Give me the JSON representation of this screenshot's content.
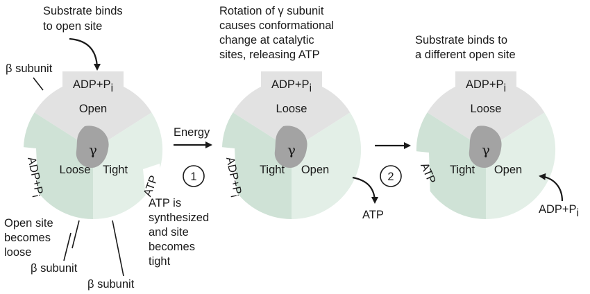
{
  "colors": {
    "open_sector": "#e2e2e2",
    "loose_sector": "#cfe2d6",
    "tight_sector": "#e3efe7",
    "gamma_subunit": "#a3a3a3",
    "outline": "#1a1a1a"
  },
  "captions": {
    "step0_line1": "Substrate binds",
    "step0_line2": "to open site",
    "step1_line1": "Rotation of γ subunit",
    "step1_line2": "causes conformational",
    "step1_line3": "change at catalytic",
    "step1_line4": "sites, releasing ATP",
    "step2_line1": "Substrate binds to",
    "step2_line2": "a different open site"
  },
  "left_annotations": {
    "beta_top": "β subunit",
    "open_site_1": "Open site",
    "open_site_2": "becomes",
    "open_site_3": "loose",
    "beta_bottom_1": "β subunit",
    "beta_bottom_2": "β subunit",
    "atp_1": "ATP is",
    "atp_2": "synthesized",
    "atp_3": "and site",
    "atp_4": "becomes",
    "atp_5": "tight"
  },
  "complexes": [
    {
      "top_tab": "ADP+P",
      "top_tab_sub": "i",
      "top_label": "Open",
      "bottom_left_label": "Loose",
      "bottom_right_label": "Tight",
      "left_tab": "ADP+P",
      "left_tab_sub": "i",
      "right_tab": "ATP",
      "gamma": "γ"
    },
    {
      "top_tab": "ADP+P",
      "top_tab_sub": "i",
      "top_label": "Loose",
      "bottom_left_label": "Tight",
      "bottom_right_label": "Open",
      "left_tab": "ADP+P",
      "left_tab_sub": "i",
      "gamma": "γ"
    },
    {
      "top_tab": "ADP+P",
      "top_tab_sub": "i",
      "top_label": "Loose",
      "bottom_left_label": "Tight",
      "bottom_right_label": "Open",
      "left_tab": "ATP",
      "gamma": "γ"
    }
  ],
  "arrows": {
    "energy_label": "Energy",
    "step1_number": "1",
    "step2_number": "2",
    "released_atp": "ATP",
    "incoming_substrate": "ADP+P",
    "incoming_substrate_sub": "i"
  }
}
